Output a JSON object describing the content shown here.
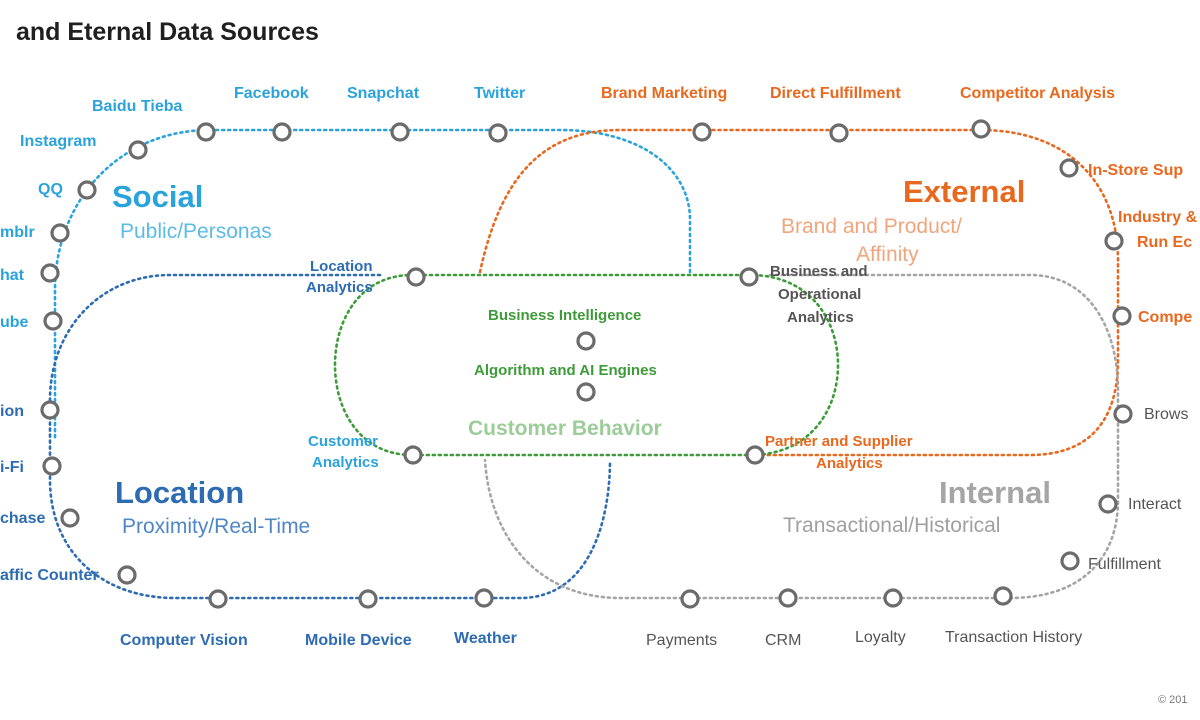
{
  "title": "and Eternal Data Sources",
  "copyright": "© 201",
  "colors": {
    "social": "#2aa3dc",
    "social_sub": "#5cbbe6",
    "location": "#2d6bb3",
    "location_sub": "#4f86c6",
    "external": "#e8681e",
    "external_sub": "#f0a57c",
    "internal": "#a5a5a5",
    "internal_sub": "#a0a0a0",
    "center": "#3e9b3a",
    "center_sub": "#9ccd98",
    "gray_label": "#555555",
    "title": "#1f1f1f"
  },
  "regions": {
    "social": {
      "title": "Social",
      "subtitle": "Public/Personas"
    },
    "location": {
      "title": "Location",
      "subtitle": "Proximity/Real-Time"
    },
    "external": {
      "title": "External",
      "subtitle_line1": "Brand and Product/",
      "subtitle_line2": "Affinity"
    },
    "internal": {
      "title": "Internal",
      "subtitle": "Transactional/Historical"
    },
    "center": {
      "business_intelligence": "Business Intelligence",
      "algorithm_ai": "Algorithm and AI Engines",
      "customer_behavior": "Customer Behavior"
    }
  },
  "social_sources": {
    "baidu_tieba": "Baidu Tieba",
    "facebook": "Facebook",
    "snapchat": "Snapchat",
    "twitter": "Twitter",
    "instagram": "Instagram",
    "qq": "QQ",
    "tumblr": "mblr",
    "wechat": "hat",
    "youtube": "ube"
  },
  "location_sources": {
    "location": "ion",
    "wifi": "i-Fi",
    "purchase": "chase",
    "traffic_counter": "affic Counter",
    "computer_vision": "Computer Vision",
    "mobile_device": "Mobile Device",
    "weather": "Weather"
  },
  "external_sources": {
    "brand_marketing": "Brand Marketing",
    "direct_fulfillment": "Direct Fulfillment",
    "competitor_analysis": "Competitor Analysis",
    "in_store": "In-Store Sup",
    "industry_line1": "Industry &",
    "industry_line2": "Run Ec",
    "compe": "Compe"
  },
  "internal_sources": {
    "browse": "Brows",
    "interact": "Interact",
    "fulfillment": "Fulfillment",
    "payments": "Payments",
    "crm": "CRM",
    "loyalty": "Loyalty",
    "transaction_history": "Transaction History"
  },
  "analytics": {
    "location_line1": "Location",
    "location_line2": "Analytics",
    "customer_line1": "Customer",
    "customer_line2": "Analytics",
    "business_line1": "Business and",
    "business_line2": "Operational",
    "business_line3": "Analytics",
    "partner_line1": "Partner and Supplier",
    "partner_line2": "Analytics"
  }
}
